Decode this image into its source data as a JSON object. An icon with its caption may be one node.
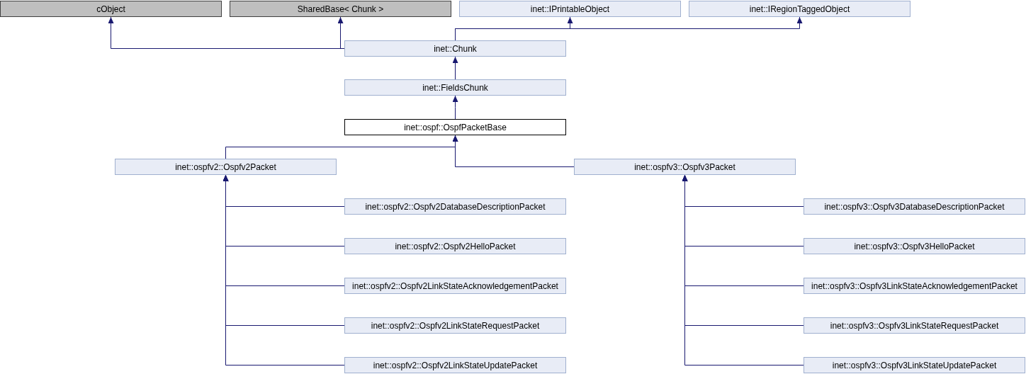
{
  "diagram": {
    "nodes": [
      {
        "text": [
          "cObject"
        ]
      },
      {
        "text": [
          "SharedBase< Chunk >"
        ]
      },
      {
        "text": [
          "inet::IPrintableObject"
        ]
      },
      {
        "text": [
          "inet::IRegionTaggedObject"
        ]
      },
      {
        "text": [
          "inet::Chunk"
        ]
      },
      {
        "text": [
          "inet::FieldsChunk"
        ]
      },
      {
        "text": [
          "inet::ospf::OspfPacketBase"
        ]
      },
      {
        "text": [
          "inet::ospfv2::Ospfv2Packet"
        ]
      },
      {
        "text": [
          "inet::ospfv3::Ospfv3Packet"
        ]
      },
      {
        "text": [
          "inet::ospfv2::Ospfv2DatabaseDescriptionPacket"
        ]
      },
      {
        "text": [
          "inet::ospfv2::Ospfv2HelloPacket"
        ]
      },
      {
        "text": [
          "inet::ospfv2::Ospfv2LinkStateAcknowledgementPacket"
        ]
      },
      {
        "text": [
          "inet::ospfv2::Ospfv2LinkStateRequestPacket"
        ]
      },
      {
        "text": [
          "inet::ospfv2::Ospfv2LinkStateUpdatePacket"
        ]
      },
      {
        "text": [
          "inet::ospfv3::Ospfv3DatabaseDescriptionPacket"
        ]
      },
      {
        "text": [
          "inet::ospfv3::Ospfv3HelloPacket"
        ]
      },
      {
        "text": [
          "inet::ospfv3::Ospfv3LinkStateAcknowledgementPacket"
        ]
      },
      {
        "text": [
          "inet::ospfv3::Ospfv3LinkStateRequestPacket"
        ]
      },
      {
        "text": [
          "inet::ospfv3::Ospfv3LinkStateUpdatePacket"
        ]
      }
    ],
    "edges": [
      {
        "from": 4,
        "to": 0,
        "arrow": "to"
      },
      {
        "from": 4,
        "to": 1,
        "arrow": "to"
      },
      {
        "from": 4,
        "to": 2,
        "arrow": "to"
      },
      {
        "from": 4,
        "to": 3,
        "arrow": "to"
      },
      {
        "from": 5,
        "to": 4,
        "arrow": "to"
      },
      {
        "from": 6,
        "to": 5,
        "arrow": "to"
      },
      {
        "from": 7,
        "to": 6,
        "arrow": "to"
      },
      {
        "from": 8,
        "to": 6,
        "arrow": "to"
      },
      {
        "from": 9,
        "to": 7,
        "arrow": "to"
      },
      {
        "from": 10,
        "to": 7,
        "arrow": "to"
      },
      {
        "from": 11,
        "to": 7,
        "arrow": "to"
      },
      {
        "from": 12,
        "to": 7,
        "arrow": "to"
      },
      {
        "from": 13,
        "to": 7,
        "arrow": "to"
      },
      {
        "from": 14,
        "to": 8,
        "arrow": "to"
      },
      {
        "from": 15,
        "to": 8,
        "arrow": "to"
      },
      {
        "from": 16,
        "to": 8,
        "arrow": "to"
      },
      {
        "from": 17,
        "to": 8,
        "arrow": "to"
      },
      {
        "from": 18,
        "to": 8,
        "arrow": "to"
      }
    ]
  }
}
